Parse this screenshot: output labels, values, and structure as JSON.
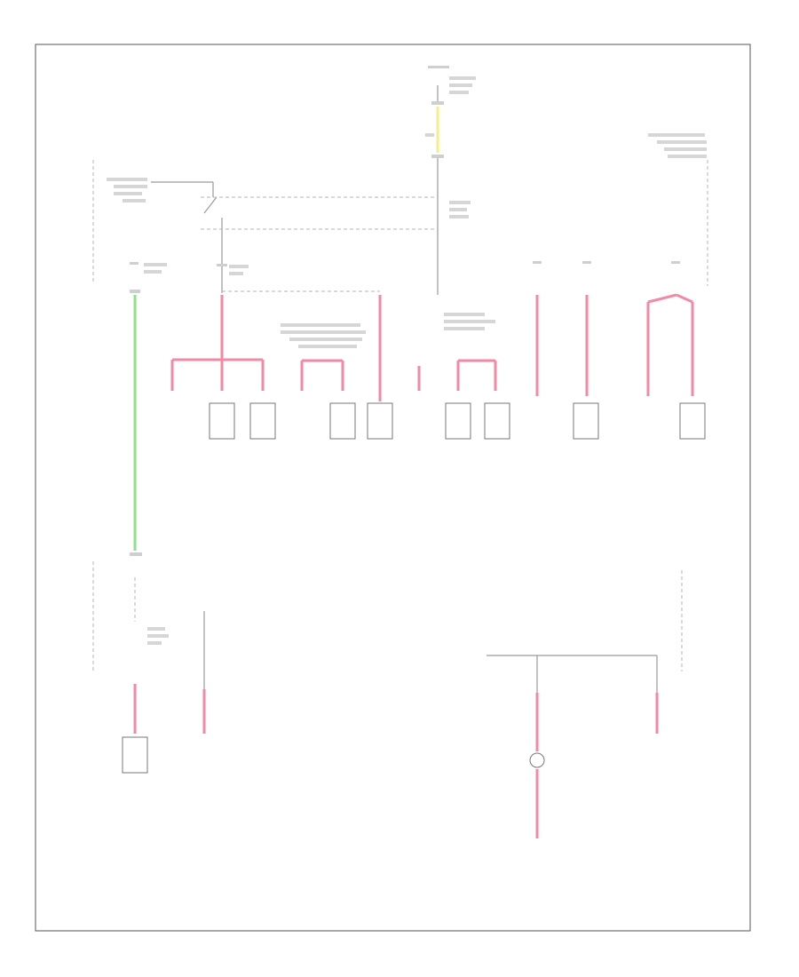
{
  "diagram": {
    "footer_code": "",
    "colors": {
      "power_wire": "#f28aa6",
      "ignition_wire": "#8ee08a",
      "battery_wire": "#f3f08a",
      "ground_wire": "#9a9a9a",
      "frame": "#555555"
    },
    "connectors": [
      {
        "id": "c1"
      },
      {
        "id": "c2"
      },
      {
        "id": "c3"
      },
      {
        "id": "c4"
      },
      {
        "id": "c5"
      },
      {
        "id": "c6"
      },
      {
        "id": "c7"
      },
      {
        "id": "c8"
      },
      {
        "id": "c9"
      },
      {
        "id": "c10"
      },
      {
        "id": "c11"
      },
      {
        "id": "c12"
      },
      {
        "id": "c13"
      }
    ]
  }
}
